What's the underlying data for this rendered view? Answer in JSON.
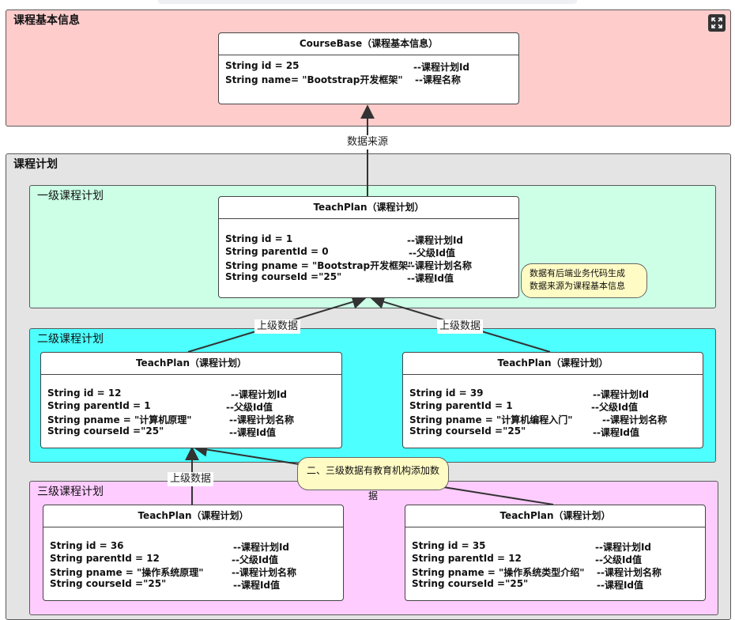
{
  "packages": {
    "course_base": "课程基本信息",
    "course_plan": "课程计划",
    "level1": "一级课程计划",
    "level2": "二级课程计划",
    "level3": "三级课程计划"
  },
  "coursebase": {
    "title": "CourseBase（课程基本信息）",
    "fields": [
      {
        "decl": "String  id  = 25",
        "comment": "--课程计划Id"
      },
      {
        "decl": "String  name= \"Bootstrap开发框架\"",
        "comment": "--课程名称"
      }
    ]
  },
  "plan_l1": {
    "title": "TeachPlan（课程计划）",
    "fields": [
      {
        "decl": "String  id  = 1",
        "comment": "--课程计划Id"
      },
      {
        "decl": "String  parentId = 0",
        "comment": "--父级Id值"
      },
      {
        "decl": "String pname = \"Bootstrap开发框架\"",
        "comment": "--课程计划名称"
      },
      {
        "decl": "String  courseId =\"25\"",
        "comment": "--课程Id值"
      }
    ]
  },
  "plan_l2a": {
    "title": "TeachPlan（课程计划）",
    "fields": [
      {
        "decl": "String  id  = 12",
        "comment": "--课程计划Id"
      },
      {
        "decl": "String  parentId = 1",
        "comment": "--父级Id值"
      },
      {
        "decl": "String pname = \"计算机原理\"",
        "comment": "--课程计划名称"
      },
      {
        "decl": "String  courseId =\"25\"",
        "comment": "--课程Id值"
      }
    ]
  },
  "plan_l2b": {
    "title": "TeachPlan（课程计划）",
    "fields": [
      {
        "decl": "String  id  = 39",
        "comment": "--课程计划Id"
      },
      {
        "decl": "String  parentId = 1",
        "comment": "--父级Id值"
      },
      {
        "decl": "String pname = \"计算机编程入门\"",
        "comment": "--课程计划名称"
      },
      {
        "decl": "String  courseId =\"25\"",
        "comment": "--课程Id值"
      }
    ]
  },
  "plan_l3a": {
    "title": "TeachPlan（课程计划）",
    "fields": [
      {
        "decl": "String  id  = 36",
        "comment": "--课程计划Id"
      },
      {
        "decl": "String  parentId = 12",
        "comment": "--父级Id值"
      },
      {
        "decl": "String pname = \"操作系统原理\"",
        "comment": "--课程计划名称"
      },
      {
        "decl": "String  courseId =\"25\"",
        "comment": "--课程Id值"
      }
    ]
  },
  "plan_l3b": {
    "title": "TeachPlan（课程计划）",
    "fields": [
      {
        "decl": "String  id  = 35",
        "comment": "--课程计划Id"
      },
      {
        "decl": "String  parentId = 12",
        "comment": "--父级Id值"
      },
      {
        "decl": "String pname = \"操作系统类型介绍\"",
        "comment": "--课程计划名称"
      },
      {
        "decl": "String  courseId =\"25\"",
        "comment": "--课程Id值"
      }
    ]
  },
  "edges": {
    "source": "数据来源",
    "parent_left": "上级数据",
    "parent_right": "上级数据",
    "parent_l3": "上级数据"
  },
  "notes": {
    "n1_line1": "数据有后端业务代码生成",
    "n1_line2": "数据来源为课程基本信息",
    "n2": "二、三级数据有教育机构添加数据"
  },
  "colors": {
    "course_base_bg": "#ffcccc",
    "course_plan_bg": "#e4e4e4",
    "level1_bg": "#ccffe6",
    "level2_bg": "#4dffff",
    "level3_bg": "#ffccff",
    "note_bg": "#fffbc4"
  },
  "icons": {
    "expand": "expand-icon"
  }
}
